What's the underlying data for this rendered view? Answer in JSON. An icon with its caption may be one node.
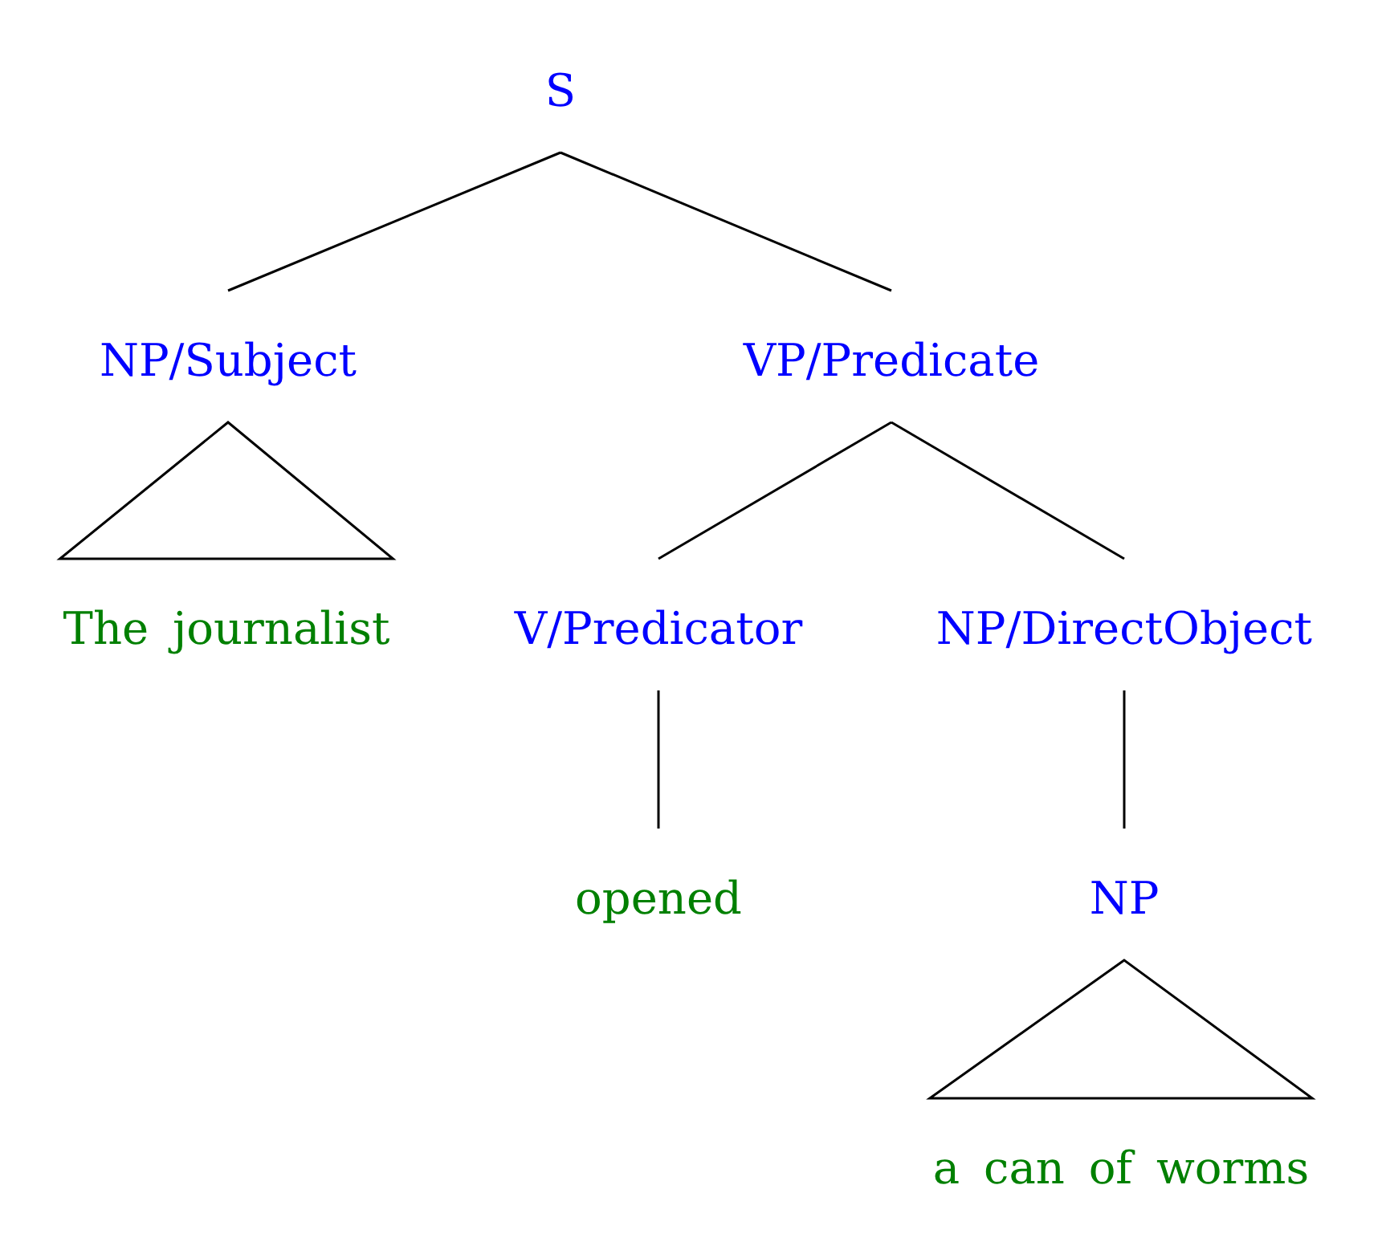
{
  "diagram": {
    "nodes": [
      {
        "text": [
          "S"
        ]
      },
      {
        "text": [
          "NP/Subject"
        ]
      },
      {
        "text": [
          "VP/Predicate"
        ]
      },
      {
        "text": [
          "The journalist"
        ]
      },
      {
        "text": [
          "V/Predicator"
        ]
      },
      {
        "text": [
          "NP/DirectObject"
        ]
      },
      {
        "text": [
          "opened"
        ]
      },
      {
        "text": [
          "NP"
        ]
      },
      {
        "text": [
          "a can of worms"
        ]
      }
    ],
    "edges": [
      {
        "from": 0,
        "to": 1,
        "arrow": "none"
      },
      {
        "from": 0,
        "to": 2,
        "arrow": "none"
      },
      {
        "from": 1,
        "to": 3,
        "arrow": "none"
      },
      {
        "from": 2,
        "to": 4,
        "arrow": "none"
      },
      {
        "from": 2,
        "to": 5,
        "arrow": "none"
      },
      {
        "from": 4,
        "to": 6,
        "arrow": "none"
      },
      {
        "from": 5,
        "to": 7,
        "arrow": "none"
      },
      {
        "from": 7,
        "to": 8,
        "arrow": "none"
      }
    ]
  }
}
